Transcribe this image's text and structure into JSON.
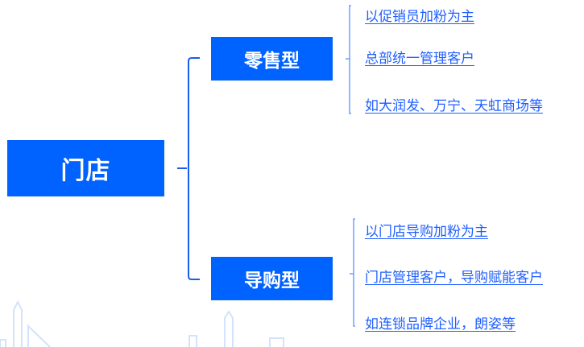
{
  "root": {
    "label": "门店"
  },
  "branches": [
    {
      "label": "零售型",
      "items": [
        "以促销员加粉为主",
        "总部统一管理客户",
        "如大润发、万宁、天虹商场等"
      ]
    },
    {
      "label": "导购型",
      "items": [
        "以门店导购加粉为主",
        "门店管理客户，导购赋能客户",
        "如连锁品牌企业，朗姿等"
      ]
    }
  ],
  "colors": {
    "node": "#0062ff",
    "link": "#1f5fff",
    "connector": "#1a5cf0",
    "skyline": "#cfe0fb"
  }
}
